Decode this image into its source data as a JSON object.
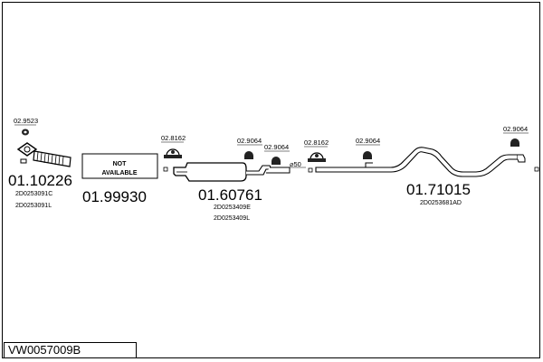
{
  "diagram_code": "VW0057009B",
  "parts": [
    {
      "part_no": "01.10226",
      "refs": [
        "2D0253091C",
        "2D0253091L"
      ],
      "clamp": "02.9523"
    },
    {
      "part_no": "01.99930",
      "note_line1": "NOT",
      "note_line2": "AVAILABLE"
    },
    {
      "part_no": "01.60761",
      "refs": [
        "2D0253409E",
        "2D0253409L"
      ],
      "clamp": "02.8162"
    },
    {
      "part_no": "01.71015",
      "refs": [
        "2D0253681AD"
      ]
    }
  ],
  "hangers": [
    "02.9064",
    "02.9064",
    "02.8162",
    "02.9064",
    "02.9064"
  ],
  "pipe_diameter": "⌀50"
}
